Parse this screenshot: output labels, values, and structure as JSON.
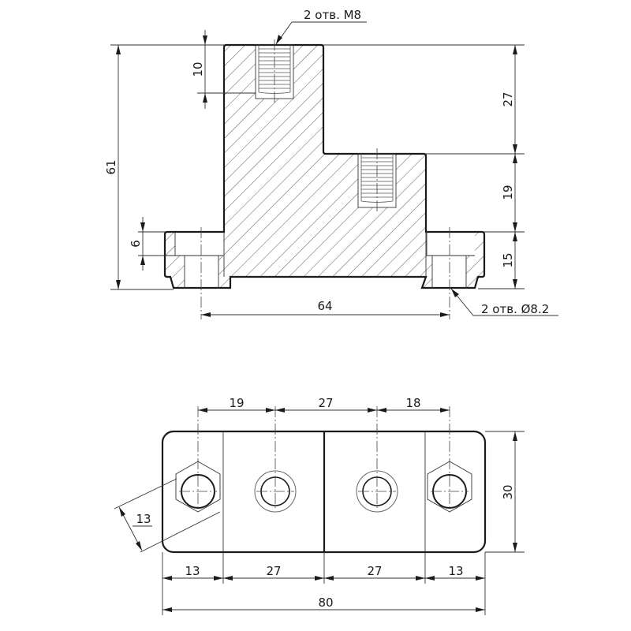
{
  "drawing": {
    "front_view": {
      "labels": {
        "thread_note": "2 отв. M8",
        "hole_note": "2 отв. Ø8.2"
      },
      "dimensions": {
        "overall_height": "61",
        "thread_depth": "10",
        "upper_step": "27",
        "middle_step": "19",
        "base_height": "15",
        "counterbore_depth": "6",
        "hole_spacing": "64"
      }
    },
    "top_view": {
      "dimensions": {
        "hole1_to_thread1": "19",
        "thread1_to_thread2": "27",
        "thread2_to_hole2": "18",
        "width": "30",
        "hex_size": "13",
        "seg_left": "13",
        "seg_mid1": "27",
        "seg_mid2": "27",
        "seg_right": "13",
        "overall_length": "80"
      }
    },
    "colors": {
      "line": "#1a1a1a",
      "background": "#ffffff"
    }
  }
}
